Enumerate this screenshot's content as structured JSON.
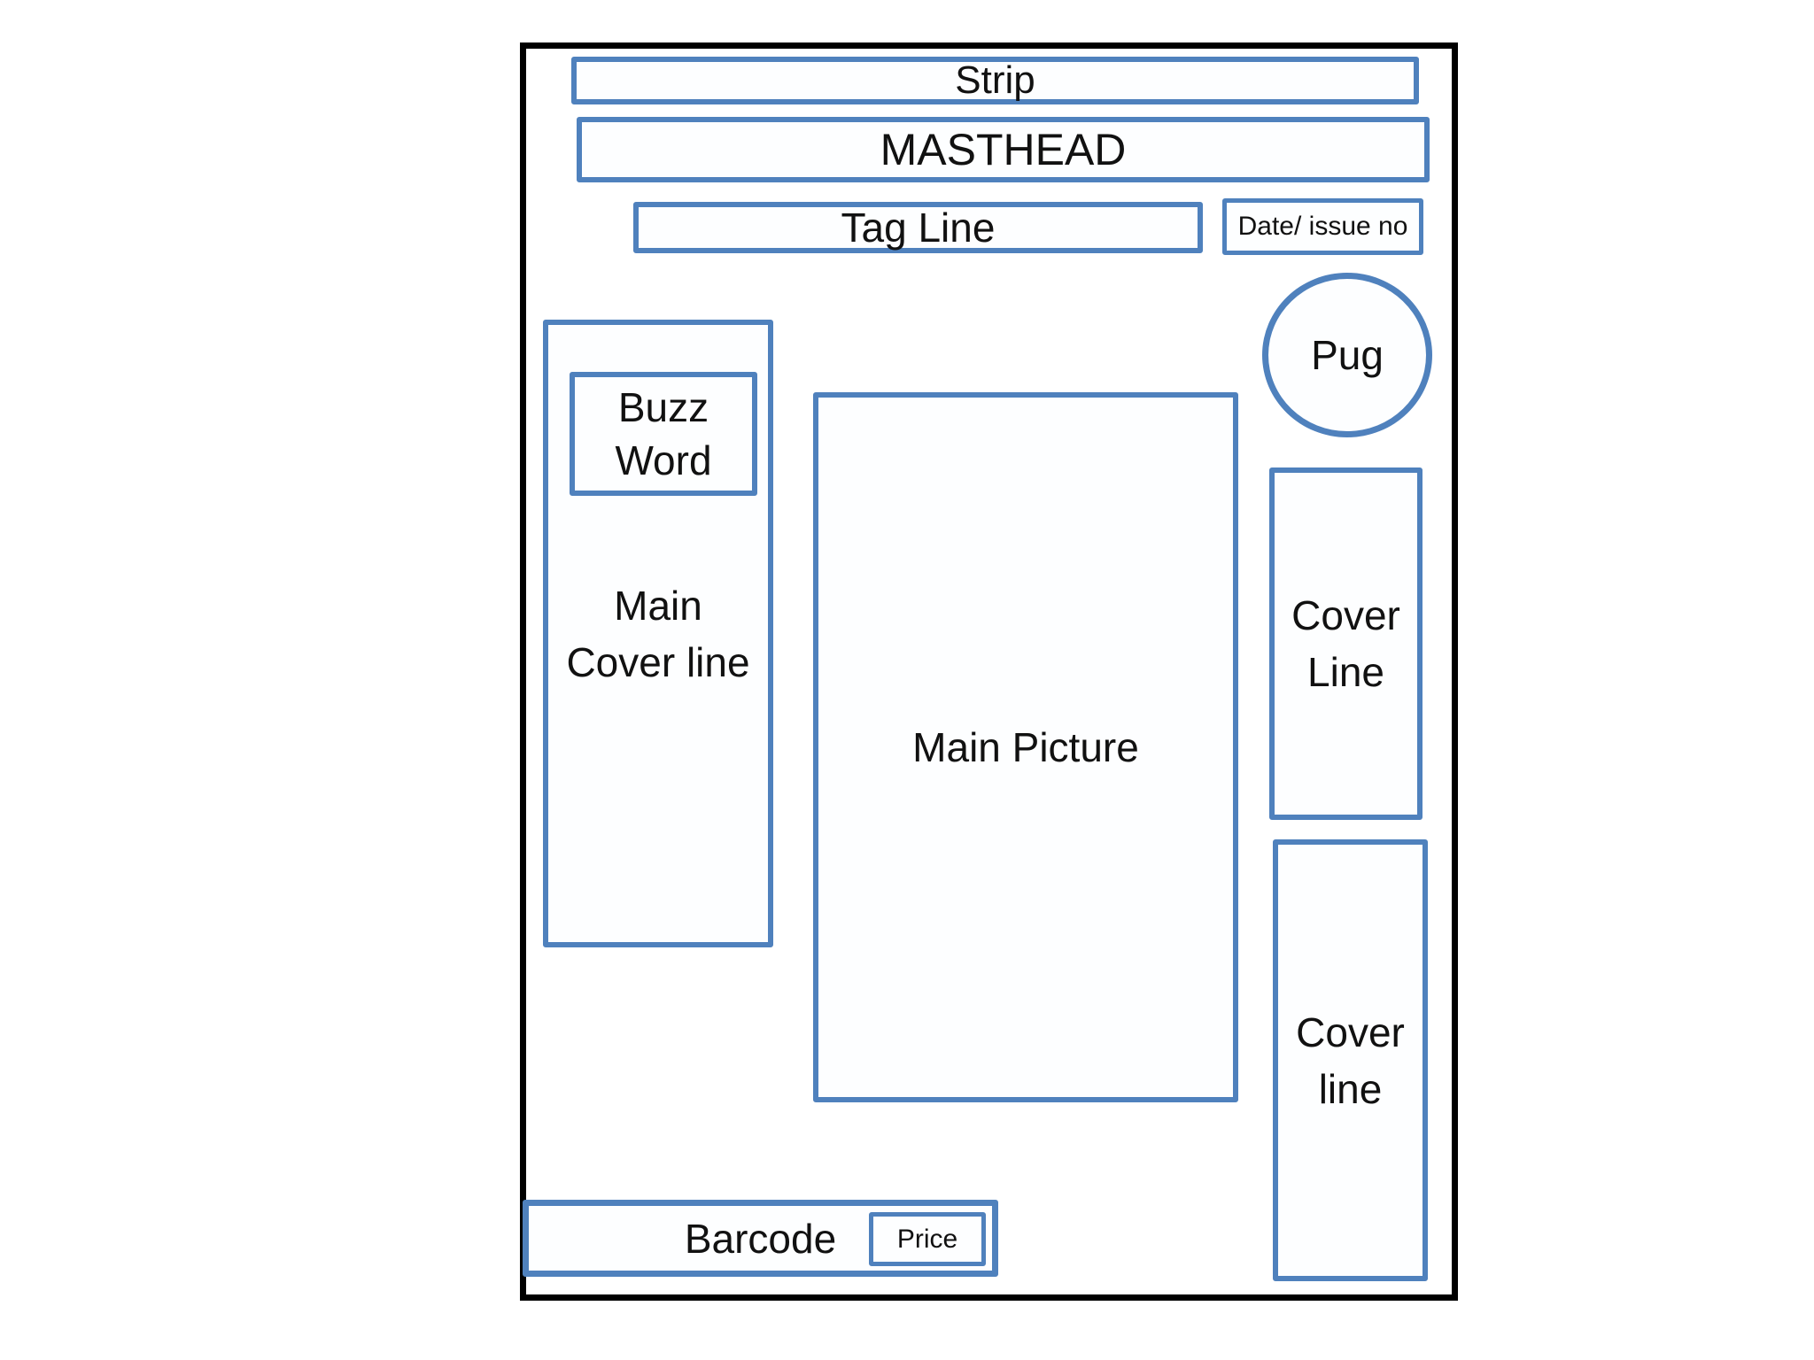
{
  "diagram": {
    "description": "Magazine front cover layout wireframe",
    "colors": {
      "background": "#FFFFFF",
      "frame_border": "#000000",
      "box_border": "#4F81BD",
      "box_fill": "#FDFEFF",
      "text": "#111111"
    },
    "boxes": {
      "strip": {
        "label": "Strip"
      },
      "masthead": {
        "label": "MASTHEAD"
      },
      "tagline": {
        "label": "Tag Line"
      },
      "date_issue": {
        "label": "Date/ issue no"
      },
      "pug": {
        "label": "Pug"
      },
      "buzzword": {
        "label": "Buzz\nWord"
      },
      "main_coverline": {
        "label": "Main\nCover line"
      },
      "main_picture": {
        "label": "Main Picture"
      },
      "coverline_right_top": {
        "label": "Cover\nLine"
      },
      "coverline_right_bottom": {
        "label": "Cover\nline"
      },
      "barcode": {
        "label": "Barcode"
      },
      "price": {
        "label": "Price"
      }
    }
  }
}
